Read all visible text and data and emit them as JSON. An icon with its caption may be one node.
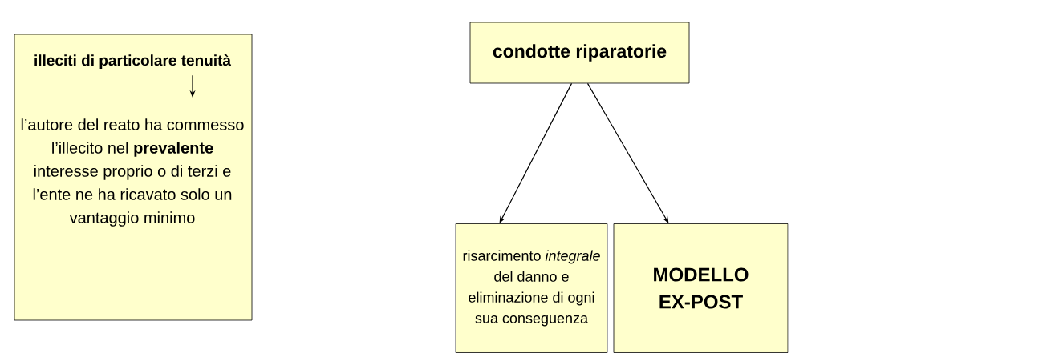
{
  "diagram": {
    "nodes": [
      {
        "text": [],
        "shape": "box"
      },
      {
        "text": [
          "**illeciti di particolare tenuità**"
        ],
        "in": 0
      },
      {
        "text": [
          "l’autore del reato ha commesso l’illecito nel **prevalente** interesse proprio o di terzi e l’ente ne ha ricavato solo un vantaggio minimo"
        ],
        "in": 0
      },
      {
        "text": [
          "condotte riparatorie"
        ]
      },
      {
        "text": [
          "risarcimento *integrale* del danno e eliminazione di ogni sua conseguenza"
        ]
      },
      {
        "text": [
          "MODELLO EX-POST"
        ]
      }
    ],
    "edges": [
      {
        "from": 1,
        "to": 2,
        "arrow": "to"
      },
      {
        "from": 3,
        "to": 4,
        "arrow": "to"
      },
      {
        "from": 3,
        "to": 5,
        "arrow": "to"
      }
    ]
  }
}
